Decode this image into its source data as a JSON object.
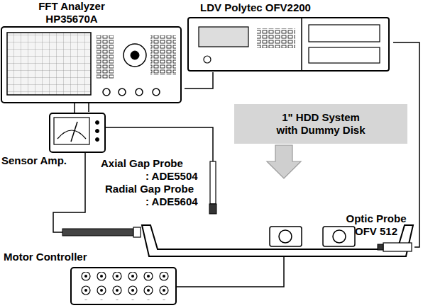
{
  "diagram": {
    "nodes": [
      {
        "text": [
          "FFT Analyzer HP35670A"
        ]
      },
      {
        "text": [
          "LDV Polytec OFV2200"
        ]
      },
      {
        "text": [
          "Sensor Amp."
        ]
      },
      {
        "text": [
          "1\" HDD System with Dummy Disk"
        ]
      },
      {
        "text": [
          "Optic Probe OFV 512"
        ]
      },
      {
        "text": [
          "Motor Controller"
        ]
      }
    ],
    "edges": [
      {
        "from": 1,
        "to": 0,
        "arrow": "none"
      },
      {
        "from": 2,
        "to": 0,
        "arrow": "none"
      },
      {
        "from": 1,
        "to": 4,
        "arrow": "none"
      }
    ],
    "labels": [
      "Axial Gap Probe",
      ": ADE5504",
      "Radial Gap Probe",
      ": ADE5604"
    ]
  }
}
